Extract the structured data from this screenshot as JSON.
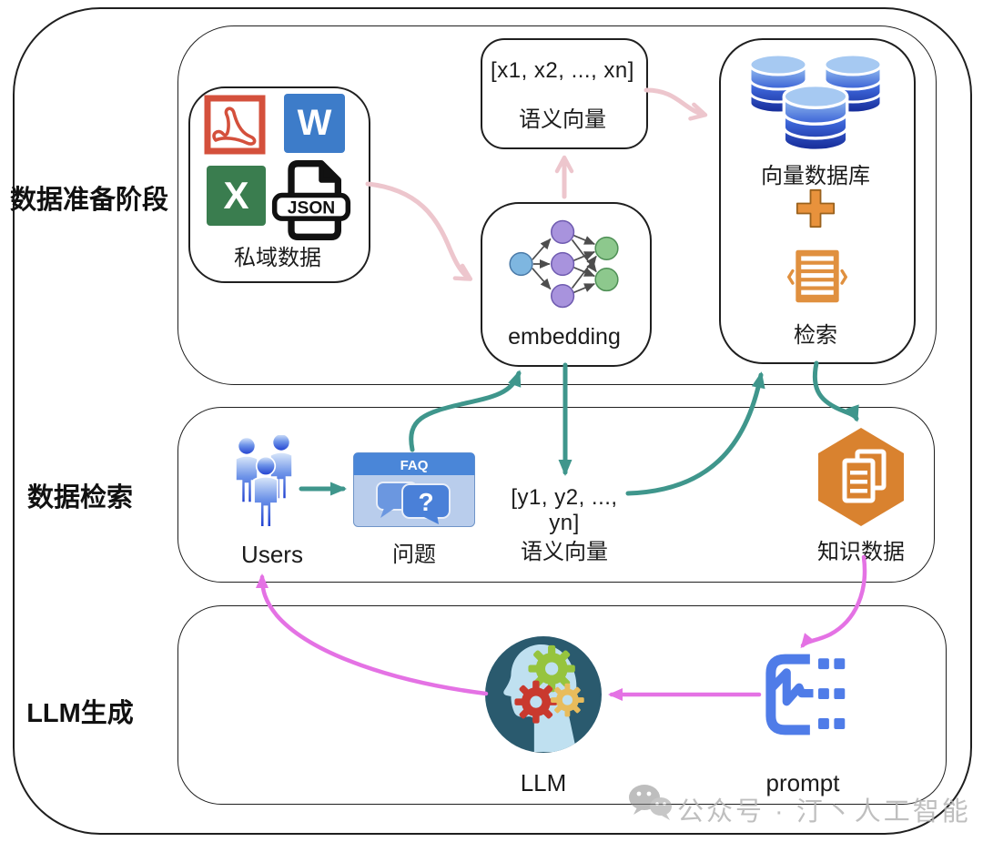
{
  "stage_labels": {
    "prepare": "数据准备阶段",
    "retrieval": "数据检索",
    "generation": "LLM生成"
  },
  "prepare": {
    "private_data_label": "私域数据",
    "word_letter": "W",
    "excel_letter": "X",
    "json_label": "JSON",
    "x_vector_value": "[x1, x2, ..., xn]",
    "x_vector_label": "语义向量",
    "embedding_label": "embedding",
    "vector_db_label": "向量数据库",
    "search_label": "检索"
  },
  "retrieval": {
    "users_label": "Users",
    "faq_title": "FAQ",
    "question_mark": "?",
    "question_label": "问题",
    "y_vector_value": "[y1, y2, ..., yn]",
    "y_vector_label": "语义向量",
    "knowledge_label": "知识数据"
  },
  "generation": {
    "llm_label": "LLM",
    "prompt_label": "prompt"
  },
  "watermark": {
    "text": "公众号 · 汀丶人工智能"
  },
  "colors": {
    "pink_arrow": "#edc6cd",
    "teal_arrow": "#3f968c",
    "magenta_arrow": "#e472e4",
    "orange": "#e0903f",
    "db_blue_dark": "#152a96",
    "db_blue_light": "#9ec6f2"
  }
}
